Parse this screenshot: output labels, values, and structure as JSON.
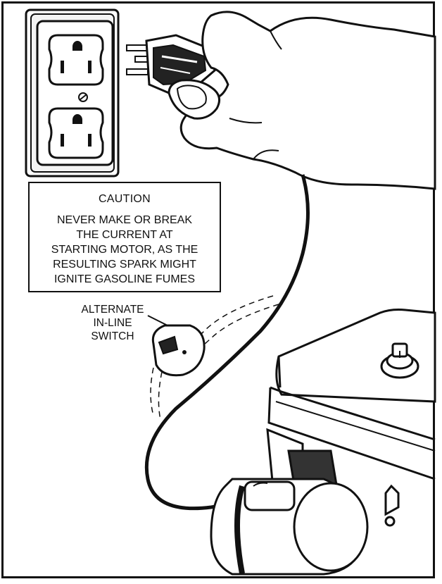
{
  "caution": {
    "title": "CAUTION",
    "lines": [
      "NEVER MAKE OR BREAK",
      "THE CURRENT AT",
      "STARTING MOTOR, AS THE",
      "RESULTING SPARK MIGHT",
      "IGNITE GASOLINE FUMES"
    ]
  },
  "switch_label": {
    "lines": [
      "ALTERNATE",
      "IN-LINE",
      "SWITCH"
    ]
  }
}
